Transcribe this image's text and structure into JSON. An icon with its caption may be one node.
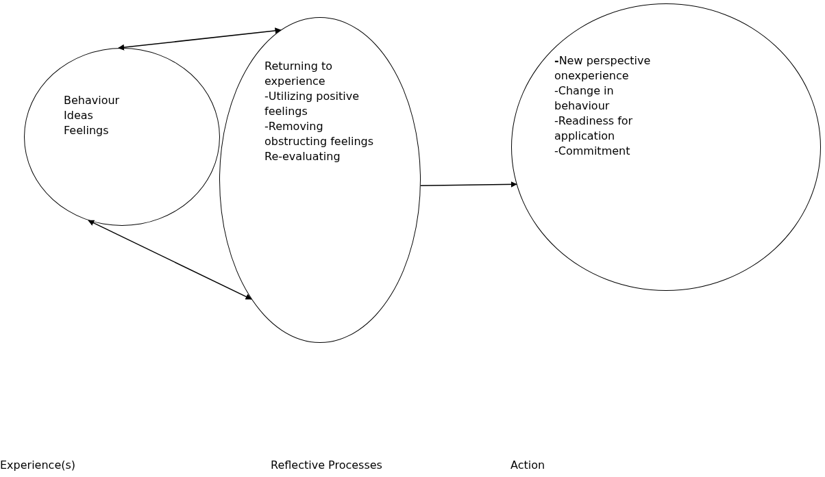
{
  "diagram": {
    "nodes": [
      {
        "text": [
          "Behaviour",
          "Ideas",
          "Feelings"
        ]
      },
      {
        "text": [
          "Returning to experience",
          "-Utilizing positive feelings",
          "-Removing obstructing feelings",
          "Re-evaluating"
        ]
      },
      {
        "text": [
          "**-**New perspective onexperience",
          "-Change in behaviour",
          "-Readiness for application",
          "-Commitment"
        ]
      }
    ],
    "edges": [
      {
        "from": 0,
        "to": 1,
        "arrow": "both"
      },
      {
        "from": 0,
        "to": 1,
        "arrow": "both"
      },
      {
        "from": 1,
        "to": 2,
        "arrow": "to"
      }
    ],
    "labels": [
      "Experience(s)",
      "Reflective Processes",
      "Action"
    ]
  }
}
